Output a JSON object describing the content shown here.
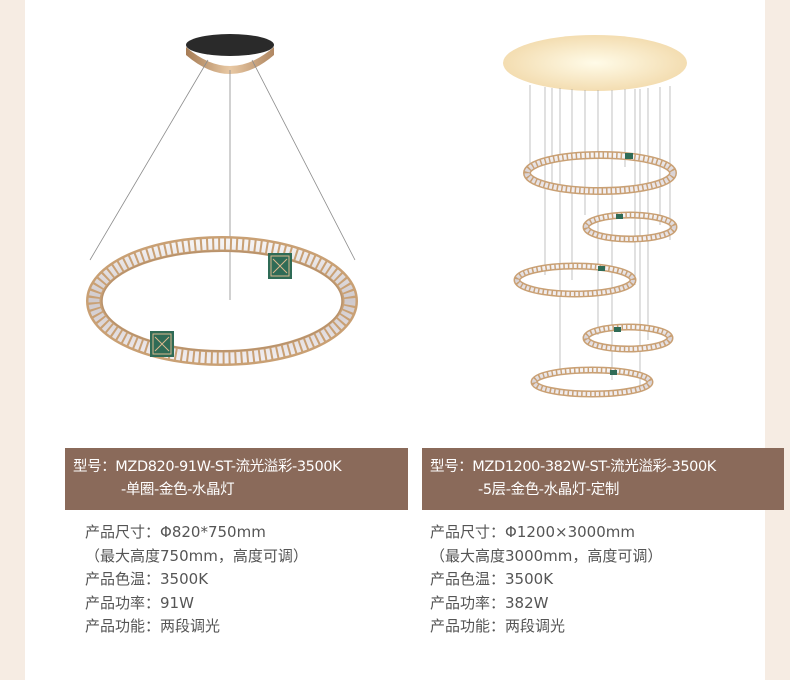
{
  "colors": {
    "page_bg": "#f6ece3",
    "card_bg": "#ffffff",
    "model_bar_bg": "#8a6a5a",
    "model_bar_text": "#ffffff",
    "spec_text": "#555555",
    "gold": "#c9a074",
    "crystal": "#e4e0e2",
    "emerald": "#2f6b56"
  },
  "products": [
    {
      "image_icon": "single-ring-crystal-chandelier",
      "model_line1": "型号：MZD820-91W-ST-流光溢彩-3500K",
      "model_line2": "-单圈-金色-水晶灯",
      "specs": [
        {
          "label": "产品尺寸：",
          "value": "Φ820*750mm"
        },
        {
          "label": "",
          "value": "（最大高度750mm，高度可调）"
        },
        {
          "label": "产品色温：",
          "value": "3500K"
        },
        {
          "label": "产品功率：",
          "value": "91W"
        },
        {
          "label": "产品功能：",
          "value": "两段调光"
        }
      ]
    },
    {
      "image_icon": "five-ring-crystal-chandelier",
      "model_line1": "型号：MZD1200-382W-ST-流光溢彩-3500K",
      "model_line2": "-5层-金色-水晶灯-定制",
      "specs": [
        {
          "label": "产品尺寸：",
          "value": "Φ1200×3000mm"
        },
        {
          "label": "",
          "value": "（最大高度3000mm，高度可调）"
        },
        {
          "label": "产品色温：",
          "value": "3500K"
        },
        {
          "label": "产品功率：",
          "value": "382W"
        },
        {
          "label": "产品功能：",
          "value": "两段调光"
        }
      ]
    }
  ]
}
